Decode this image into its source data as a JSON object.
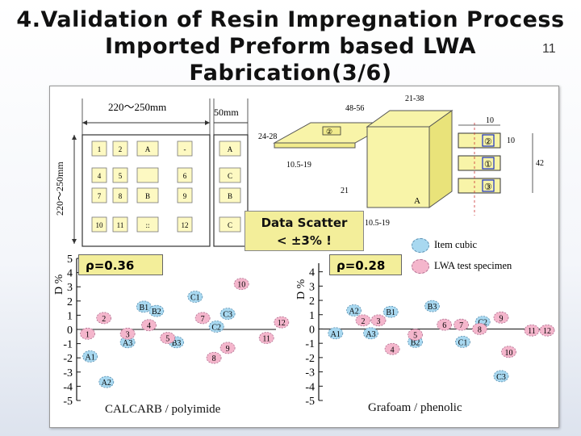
{
  "slide": {
    "title_line1": "4.Validation of Resin Impregnation Process",
    "title_line2": "Imported Preform based LWA",
    "title_line3": "Fabrication(3/6)",
    "page_number": "11"
  },
  "preform_diagram": {
    "dim_width": "220～250mm",
    "dim_height": "220～250mm",
    "dim_strip": "50mm",
    "grid_cells": [
      [
        "1",
        "2",
        "A",
        "-",
        "A"
      ],
      [
        "4",
        "5",
        "",
        "6",
        "C"
      ],
      [
        "7",
        "8",
        "B",
        "9",
        "B"
      ],
      [
        "10",
        "11",
        "::",
        "12",
        "C"
      ]
    ]
  },
  "cube_diagram": {
    "dims": [
      "48-56",
      "21-38",
      "10",
      "10",
      "24-28",
      "10.5-19",
      "42",
      "21",
      "10.5-19"
    ],
    "slots": [
      "②",
      "①",
      "③"
    ],
    "face_label": "A"
  },
  "scatter_note_line1": "Data Scatter",
  "scatter_note_line2": "< ±3% !",
  "legend": {
    "item1": "Item cubic",
    "item2": "LWA test specimen",
    "color1": "#a8d8f0",
    "color2": "#f4b6cc"
  },
  "chart_data": [
    {
      "type": "scatter",
      "rho_label": "ρ=0.36",
      "ylabel": "D %",
      "yticks": [
        "5",
        "4",
        "3",
        "2",
        "1",
        "0",
        "-1",
        "-2",
        "-3",
        "-4",
        "-5"
      ],
      "ylim": [
        -5,
        5
      ],
      "caption": "CALCARB / polyimide",
      "series": [
        {
          "name": "Item cubic",
          "points": [
            {
              "label": "C1",
              "x": 8.7,
              "y": 2.3
            },
            {
              "label": "B1",
              "x": 4.6,
              "y": 1.6
            },
            {
              "label": "B2",
              "x": 5.6,
              "y": 1.3
            },
            {
              "label": "C3",
              "x": 11.3,
              "y": 1.1
            },
            {
              "label": "C2",
              "x": 10.4,
              "y": 0.2
            },
            {
              "label": "A3",
              "x": 3.3,
              "y": -0.9
            },
            {
              "label": "B3",
              "x": 7.2,
              "y": -0.9
            },
            {
              "label": "A1",
              "x": 0.3,
              "y": -1.9
            },
            {
              "label": "A2",
              "x": 1.6,
              "y": -3.7
            }
          ]
        },
        {
          "name": "LWA test specimen",
          "points": [
            {
              "label": "10",
              "x": 12.4,
              "y": 3.2
            },
            {
              "label": "2",
              "x": 1.4,
              "y": 0.8
            },
            {
              "label": "4",
              "x": 5.0,
              "y": 0.3
            },
            {
              "label": "7",
              "x": 9.3,
              "y": 0.8
            },
            {
              "label": "12",
              "x": 15.6,
              "y": 0.5
            },
            {
              "label": "1",
              "x": 0.1,
              "y": -0.3
            },
            {
              "label": "3",
              "x": 3.3,
              "y": -0.3
            },
            {
              "label": "5",
              "x": 6.5,
              "y": -0.6
            },
            {
              "label": "11",
              "x": 14.4,
              "y": -0.6
            },
            {
              "label": "9",
              "x": 11.3,
              "y": -1.3
            },
            {
              "label": "8",
              "x": 10.2,
              "y": -2.0
            }
          ]
        }
      ]
    },
    {
      "type": "scatter",
      "rho_label": "ρ=0.28",
      "ylabel": "D %",
      "yticks": [
        "4",
        "3",
        "2",
        "1",
        "0",
        "-1",
        "-2",
        "-3",
        "-4",
        "-5"
      ],
      "ylim": [
        -5,
        4.6
      ],
      "caption": "Grafoam / phenolic",
      "series": [
        {
          "name": "Item cubic",
          "points": [
            {
              "label": "B3",
              "x": 6.5,
              "y": 1.6
            },
            {
              "label": "A2",
              "x": 1.4,
              "y": 1.3
            },
            {
              "label": "B1",
              "x": 3.8,
              "y": 1.2
            },
            {
              "label": "C2",
              "x": 9.8,
              "y": 0.5
            },
            {
              "label": "A1",
              "x": 0.2,
              "y": -0.3
            },
            {
              "label": "A3",
              "x": 2.5,
              "y": -0.3
            },
            {
              "label": "B2",
              "x": 5.4,
              "y": -0.9
            },
            {
              "label": "C1",
              "x": 8.5,
              "y": -0.9
            },
            {
              "label": "C3",
              "x": 11.0,
              "y": -3.3
            }
          ]
        },
        {
          "name": "LWA test specimen",
          "points": [
            {
              "label": "2",
              "x": 2.0,
              "y": 0.6
            },
            {
              "label": "3",
              "x": 3.0,
              "y": 0.6
            },
            {
              "label": "9",
              "x": 11.0,
              "y": 0.8
            },
            {
              "label": "6",
              "x": 7.3,
              "y": 0.3
            },
            {
              "label": "7",
              "x": 8.4,
              "y": 0.3
            },
            {
              "label": "8",
              "x": 9.6,
              "y": 0.0
            },
            {
              "label": "11",
              "x": 13.0,
              "y": -0.1
            },
            {
              "label": "12",
              "x": 14.0,
              "y": -0.1
            },
            {
              "label": "5",
              "x": 5.4,
              "y": -0.4
            },
            {
              "label": "4",
              "x": 3.9,
              "y": -1.4
            },
            {
              "label": "10",
              "x": 11.5,
              "y": -1.6
            }
          ]
        }
      ]
    }
  ]
}
